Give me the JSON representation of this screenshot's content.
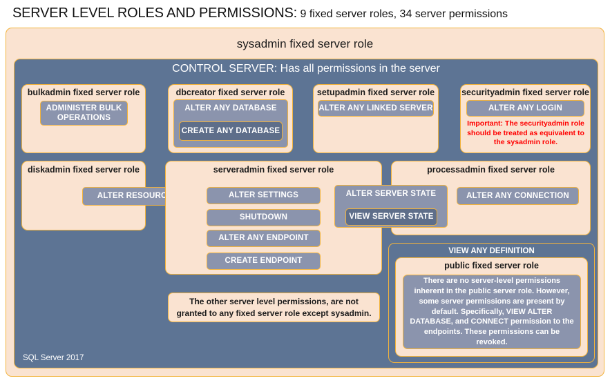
{
  "title": {
    "main": "SERVER LEVEL ROLES AND PERMISSIONS:",
    "sub": " 9 fixed server roles, 34 server permissions"
  },
  "outer_role": {
    "label": "sysadmin  fixed  server  role"
  },
  "control_band": {
    "label": "CONTROL SERVER: Has all permissions in the server"
  },
  "footer": {
    "label": "SQL Server 2017"
  },
  "roles": {
    "bulkadmin": {
      "label": "bulkadmin  fixed server role",
      "permissions": [
        "ADMINISTER  BULK OPERATIONS"
      ]
    },
    "dbcreator": {
      "label": "dbcreator fixed server role",
      "permissions": [
        "ALTER ANY DATABASE",
        "CREATE  ANY DATABASE"
      ]
    },
    "setupadmin": {
      "label": "setupadmin fixed server role",
      "permissions": [
        "ALTER ANY LINKED SERVER"
      ]
    },
    "securityadmin": {
      "label": "securityadmin  fixed server role",
      "permissions": [
        "ALTER ANY LOGIN"
      ],
      "note": "Important:  The securityadmin role should  be treated  as equivalent to the  sysadmin role."
    },
    "diskadmin": {
      "label": "diskadmin  fixed server role",
      "permissions": [
        "ALTER RESOURCES"
      ]
    },
    "serveradmin": {
      "label": "serveradmin fixed server role",
      "permissions": [
        "ALTER SETTINGS",
        "SHUTDOWN",
        "ALTER ANY ENDPOINT",
        "CREATE  ENDPOINT"
      ]
    },
    "shared": {
      "alter_server_state": "ALTER SERVER STATE",
      "view_server_state": "VIEW SERVER STATE"
    },
    "processadmin": {
      "label": "processadmin fixed server role",
      "permissions": [
        "ALTER ANY CONNECTION"
      ]
    },
    "public": {
      "band": "VIEW ANY DEFINITION",
      "label": "public  fixed server role",
      "body": "There are no server-level permissions inherent in the public server role. However, some server permissions are present by default. Specifically, VIEW ALTER DATABASE, and CONNECT permission to the endpoints. These permissions can be revoked."
    }
  },
  "other_note": {
    "text": "The other server level permissions,  are not granted to any fixed server role except sysadmin."
  },
  "colors": {
    "cream": "#fae3d1",
    "gold_border": "#f2b33c",
    "slate": "#5d7494",
    "permission": "#8b94ad",
    "permission_dark": "#5e6e8a",
    "alert_red": "#ff0000",
    "text_dark": "#1b1b1b",
    "text_light": "#ffffff"
  }
}
